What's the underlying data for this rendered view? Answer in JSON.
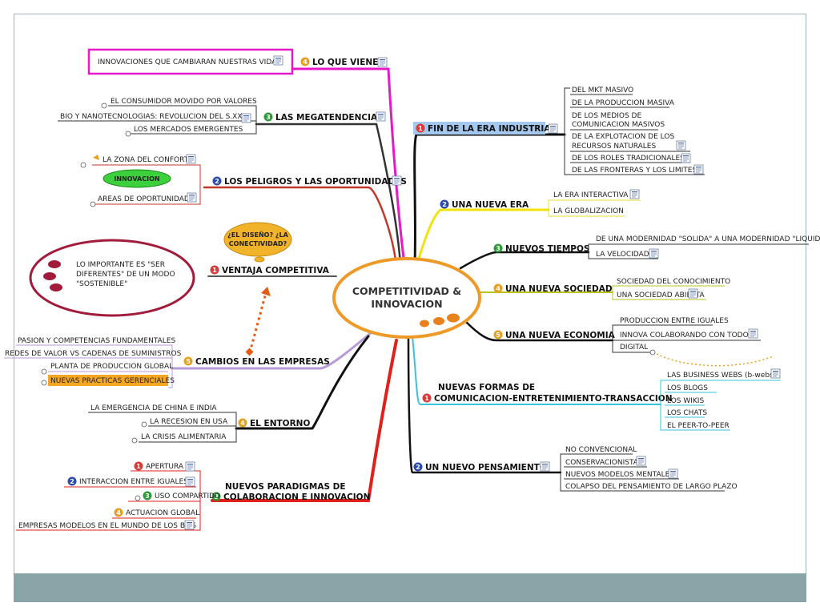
{
  "center": {
    "line1": "COMPETITIVIDAD &",
    "line2": "INNOVACION"
  },
  "right": {
    "fin": {
      "num": "1",
      "label": "FIN DE LA ERA INDUSTRIAL",
      "items": [
        "DEL MKT MASIVO",
        "DE LA PRODUCCION MASIVA",
        "DE LOS MEDIOS DE",
        "COMUNICACION MASIVOS",
        "DE LA EXPLOTACION DE LOS",
        "RECURSOS NATURALES",
        "DE LOS ROLES TRADICIONALES",
        "DE LAS FRONTERAS Y LOS LIMITES"
      ]
    },
    "era": {
      "num": "2",
      "label": "UNA NUEVA ERA",
      "items": [
        "LA ERA INTERACTIVA",
        "LA GLOBALIZACION"
      ]
    },
    "tiempos": {
      "num": "3",
      "label": "NUEVOS TIEMPOS",
      "items": [
        "DE UNA MODERNIDAD \"SOLIDA\" A UNA MODERNIDAD \"LIQUIDA\"",
        "LA VELOCIDAD"
      ]
    },
    "sociedad": {
      "num": "4",
      "label": "UNA NUEVA SOCIEDAD",
      "items": [
        "SOCIEDAD DEL CONOCIMIENTO",
        "UNA SOCIEDAD ABIERTA"
      ]
    },
    "economia": {
      "num": "5",
      "label": "UNA NUEVA ECONOMIA",
      "items": [
        "PRODUCCION ENTRE IGUALES",
        "INNOVA COLABORANDO CON TODOS",
        "DIGITAL"
      ]
    },
    "formas": {
      "line1": "NUEVAS FORMAS DE",
      "num": "1",
      "line2": "COMUNICACION-ENTRETENIMIENTO-TRANSACCION",
      "items": [
        "LAS BUSINESS WEBS (b-webs)",
        "LOS BLOGS",
        "LOS WIKIS",
        "LOS CHATS",
        "EL PEER-TO-PEER"
      ]
    },
    "pensamiento": {
      "num": "2",
      "label": "UN NUEVO PENSAMIENTO",
      "items": [
        "NO CONVENCIONAL",
        "CONSERVACIONISTA",
        "NUEVOS MODELOS MENTALES",
        "COLAPSO DEL PENSAMIENTO DE LARGO PLAZO"
      ]
    }
  },
  "left": {
    "viene": {
      "num": "4",
      "label": "LO QUE VIENE",
      "items": [
        "INNOVACIONES QUE CAMBIARAN NUESTRAS VIDAS"
      ]
    },
    "mega": {
      "num": "3",
      "label": "LAS MEGATENDENCIAS",
      "items": [
        "EL CONSUMIDOR MOVIDO POR VALORES",
        "BIO Y NANOTECNOLOGIAS: REVOLUCION DEL S.XXI",
        "LOS MERCADOS EMERGENTES"
      ]
    },
    "peligros": {
      "num": "2",
      "label": "LOS PELIGROS Y LAS OPORTUNIDADES",
      "items": [
        "LA ZONA DEL CONFORT",
        "INNOVACION",
        "AREAS DE OPORTUNIDAD"
      ]
    },
    "ventaja": {
      "num": "1",
      "label": "VENTAJA COMPETITIVA",
      "note_lines": [
        "LO IMPORTANTE ES \"SER",
        "DIFERENTES\" DE UN MODO",
        "\"SOSTENIBLE\""
      ],
      "callout_lines": [
        "¿EL DISEÑO? ¿LA",
        "CONECTIVIDAD?"
      ]
    },
    "cambios": {
      "num": "5",
      "label": "CAMBIOS EN LAS EMPRESAS",
      "items": [
        "PASION Y COMPETENCIAS FUNDAMENTALES",
        "REDES DE VALOR VS CADENAS DE SUMINISTROS",
        "PLANTA DE PRODUCCION GLOBAL",
        "NUEVAS PRACTICAS GERENCIALES"
      ]
    },
    "entorno": {
      "num": "4",
      "label": "EL ENTORNO",
      "items": [
        "LA EMERGENCIA DE CHINA E INDIA",
        "LA RECESION EN USA",
        "LA CRISIS ALIMENTARIA"
      ]
    },
    "paradigmas": {
      "num": "3",
      "line1": "NUEVOS PARADIGMAS DE",
      "line2": "COLABORACION E INNOVACION",
      "items": [
        {
          "num": "1",
          "label": "APERTURA"
        },
        {
          "num": "2",
          "label": "INTERACCION ENTRE IGUALES"
        },
        {
          "num": "3",
          "label": "USO COMPARTIDO"
        },
        {
          "num": "4",
          "label": "ACTUACION GLOBAL"
        },
        {
          "num": "",
          "label": "EMPRESAS MODELOS EN EL MUNDO DE LOS BITS"
        }
      ]
    }
  },
  "colors": {
    "red": "#d93a3a",
    "blue": "#2b4bb0",
    "green": "#2f9a3a",
    "gold": "#e6a020",
    "magenta": "#e619c8",
    "orange": "#e8821e",
    "highlight": "#9ec4ee",
    "orangeHighlight": "#f5a623"
  }
}
